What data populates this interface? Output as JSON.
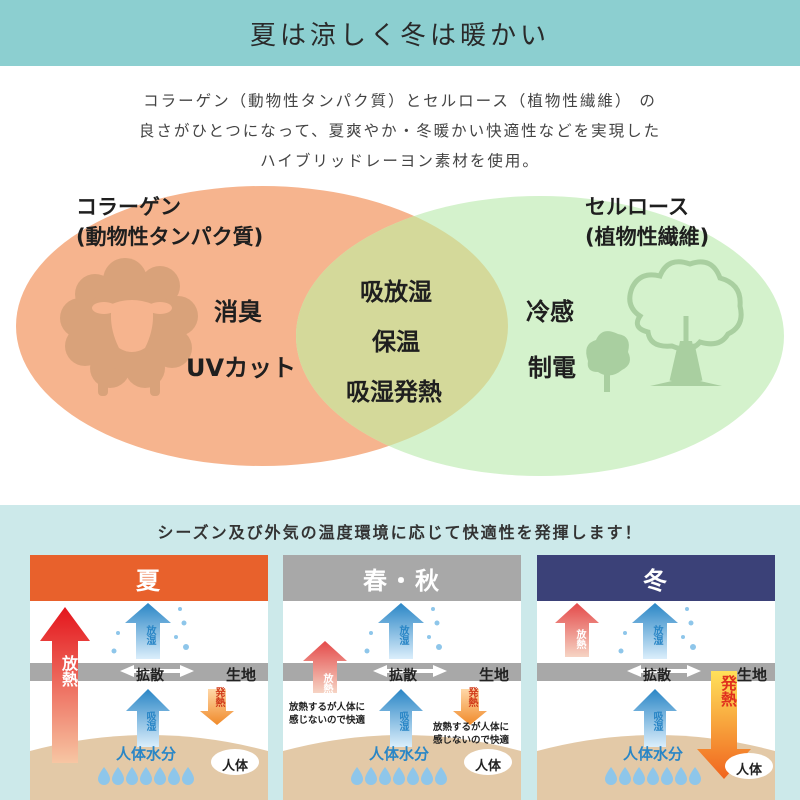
{
  "header": {
    "title": "夏は涼しく冬は暖かい"
  },
  "intro": {
    "line1": "コラーゲン（動物性タンパク質）とセルロース（植物性繊維） の",
    "line2": "良さがひとつになって、夏爽やか・冬暖かい快適性などを実現した",
    "line3": "ハイブリッドレーヨン素材を使用。"
  },
  "venn": {
    "left_label_1": "コラーゲン",
    "left_label_2": "(動物性タンパク質)",
    "right_label_1": "セルロース",
    "right_label_2": "(植物性繊維)",
    "left_features": [
      "消臭",
      "UVカット"
    ],
    "center_features": [
      "吸放湿",
      "保温",
      "吸湿発熱"
    ],
    "right_features": [
      "冷感",
      "制電"
    ],
    "colors": {
      "left": "#f6b48e",
      "right": "#d4f2cc",
      "overlap": "#d4d99a",
      "icon": "#d9a27a",
      "tree": "#a9cfa0"
    },
    "icons": {
      "left": "sheep-icon",
      "right": "tree-icon"
    }
  },
  "bottom": {
    "title": "シーズン及び外気の温度環境に応じて快適性を発揮します！",
    "seasons": [
      {
        "name": "夏",
        "color": "#e8612c",
        "big_label": "放熱",
        "fabric": "生地",
        "diffuse": "拡散",
        "release": "放湿",
        "absorb": "吸湿",
        "small": "発熱",
        "water": "人体水分",
        "body": "人体"
      },
      {
        "name": "春・秋",
        "color": "#a8a8a8",
        "big_label": "放熱",
        "fabric": "生地",
        "diffuse": "拡散",
        "release": "放湿",
        "absorb": "吸湿",
        "small": "発熱",
        "note_left": "放熱するが人体に\n感じないので快適",
        "note_right": "放熱するが人体に\n感じないので快適",
        "water": "人体水分",
        "body": "人体"
      },
      {
        "name": "冬",
        "color": "#3b4178",
        "big_label": "発熱",
        "fabric": "生地",
        "diffuse": "拡散",
        "release": "放湿",
        "absorb": "吸湿",
        "small": "放熱",
        "water": "人体水分",
        "body": "人体"
      }
    ]
  }
}
